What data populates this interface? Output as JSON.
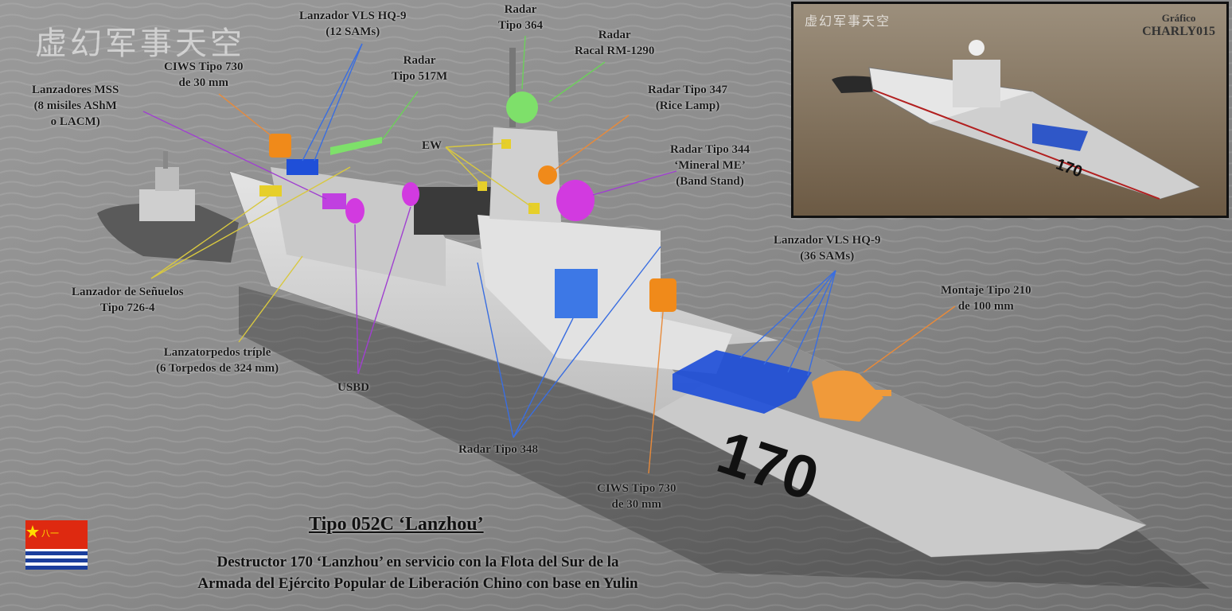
{
  "watermark": "虚幻军事天空",
  "inset": {
    "watermark": "虚幻军事天空",
    "credit_label": "Gráfico",
    "credit_author": "CHARLY015",
    "hull_number": "170"
  },
  "hull_number": "170",
  "labels": {
    "vls_aft": [
      "Lanzador VLS HQ-9",
      "(12 SAMs)"
    ],
    "radar_364": [
      "Radar",
      "Tipo 364"
    ],
    "radar_racal": [
      "Radar",
      "Racal RM-1290"
    ],
    "ciws_aft": [
      "CIWS Tipo 730",
      "de 30 mm"
    ],
    "radar_517": [
      "Radar",
      "Tipo 517M"
    ],
    "mss": [
      "Lanzadores MSS",
      "(8 misiles AShM",
      "o LACM)"
    ],
    "radar_347": [
      "Radar Tipo 347",
      "(Rice Lamp)"
    ],
    "ew": [
      "EW"
    ],
    "radar_344": [
      "Radar Tipo 344",
      "‘Mineral  ME’",
      "(Band Stand)"
    ],
    "vls_fwd": [
      "Lanzador VLS HQ-9",
      "(36 SAMs)"
    ],
    "gun_210": [
      "Montaje Tipo 210",
      "de 100 mm"
    ],
    "decoy": [
      "Lanzador de Señuelos",
      "Tipo 726-4"
    ],
    "torpedo": [
      "Lanzatorpedos tríple",
      "(6 Torpedos de 324 mm)"
    ],
    "usbd": [
      "USBD"
    ],
    "radar_348": [
      "Radar Tipo 348"
    ],
    "ciws_fwd": [
      "CIWS Tipo 730",
      "de 30 mm"
    ]
  },
  "title": "Tipo 052C ‘Lanzhou’",
  "caption": [
    "Destructor 170 ‘Lanzhou’ en servicio con la Flota del Sur de la",
    "Armada del Ejército Popular de Liberación Chino con base en Yulin"
  ],
  "flag_text": "八一",
  "colors": {
    "sea": "#8d8d8d",
    "hull": "#d6d6d6",
    "vls": "#1f4fd8",
    "ciws": "#f08a1a",
    "radome_green": "#7ee06a",
    "radome_magenta": "#d23ae0",
    "ew_yellow": "#e6cf2a",
    "line_blue": "#3a6ee0",
    "line_orange": "#e88a3a",
    "line_green": "#6cd05a",
    "line_purple": "#a040d0",
    "line_yellow": "#d8c840",
    "flag_red": "#de2910",
    "flag_star": "#ffde00",
    "flag_blue": "#1b3e9c"
  }
}
